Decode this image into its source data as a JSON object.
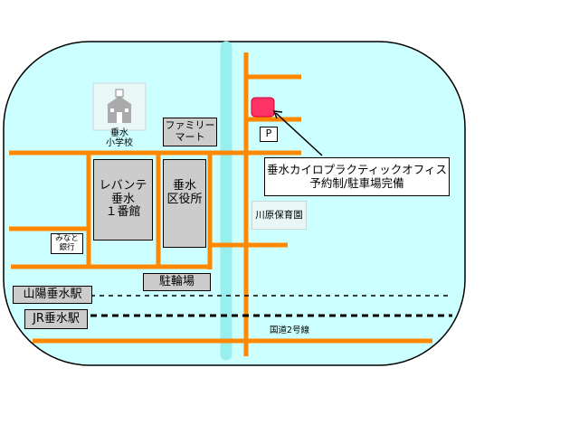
{
  "colors": {
    "map_background": "#ccffff",
    "road": "#ff8800",
    "river": "#99eeee",
    "building": "#cccccc",
    "office_marker": "#ff3366",
    "railway": "#000000"
  },
  "labels": {
    "school": "垂水\n小学校",
    "family_mart": "ファミリー\nマート",
    "parking": "P",
    "office": "垂水カイロプラクティックオフィス\n予約制/駐車場完備",
    "levante": "レバンテ\n垂水\n１番館",
    "ward_office": "垂水\n区役所",
    "nursery": "川原保育園",
    "minato_bank": "みなと\n銀行",
    "bicycle_parking": "駐輪場",
    "sanyo_station": "山陽垂水駅",
    "jr_station": "JR垂水駅",
    "route2": "国道2号線"
  },
  "icons": {
    "school_building": "school-building-icon",
    "office_marker": "office-location-marker"
  }
}
